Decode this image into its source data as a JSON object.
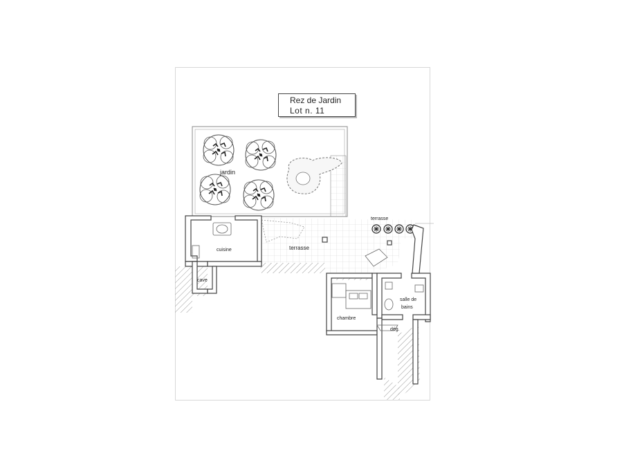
{
  "title": {
    "line1": "Rez de Jardin",
    "line2": "Lot n. 11"
  },
  "rooms": {
    "jardin": "jardin",
    "terrasse_top": "terrasse",
    "cuisine": "cuisine",
    "terrasse_main": "terrasse",
    "cave": "cave",
    "chambre": "chambre",
    "salle_de_bains_1": "salle de",
    "salle_de_bains_2": "bains",
    "degagement": "dég."
  },
  "colors": {
    "wall": "#555555",
    "wall_fill": "#ffffff",
    "line": "#666666",
    "hatch": "#9a9a9a",
    "tile": "#cfcfcf"
  }
}
